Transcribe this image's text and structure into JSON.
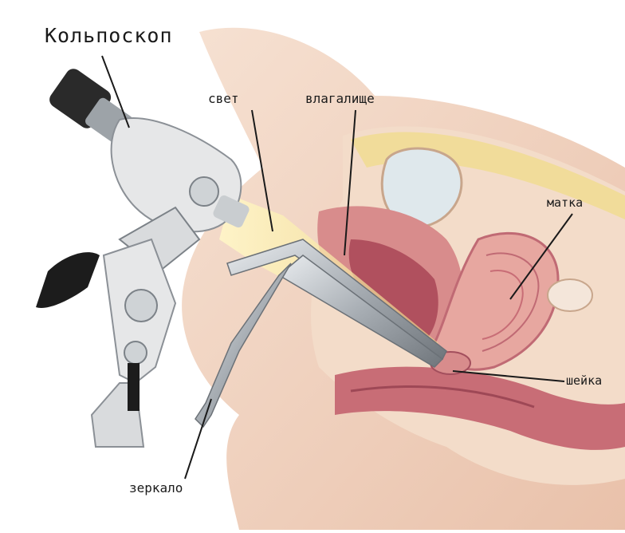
{
  "title": "Кольпоскоп",
  "labels": {
    "light": "свет",
    "vagina": "влагалище",
    "uterus": "матка",
    "cervix": "шейка",
    "speculum": "зеркало"
  },
  "colors": {
    "skin": "#f2d3be",
    "tissue": "#e7a7a0",
    "muscle": "#c86d76",
    "fat": "#f1dc9a",
    "bladder": "#dfe8ec",
    "metal": "#b9bec4",
    "device": "#e6e7e8",
    "handle": "#1c1c1c"
  }
}
